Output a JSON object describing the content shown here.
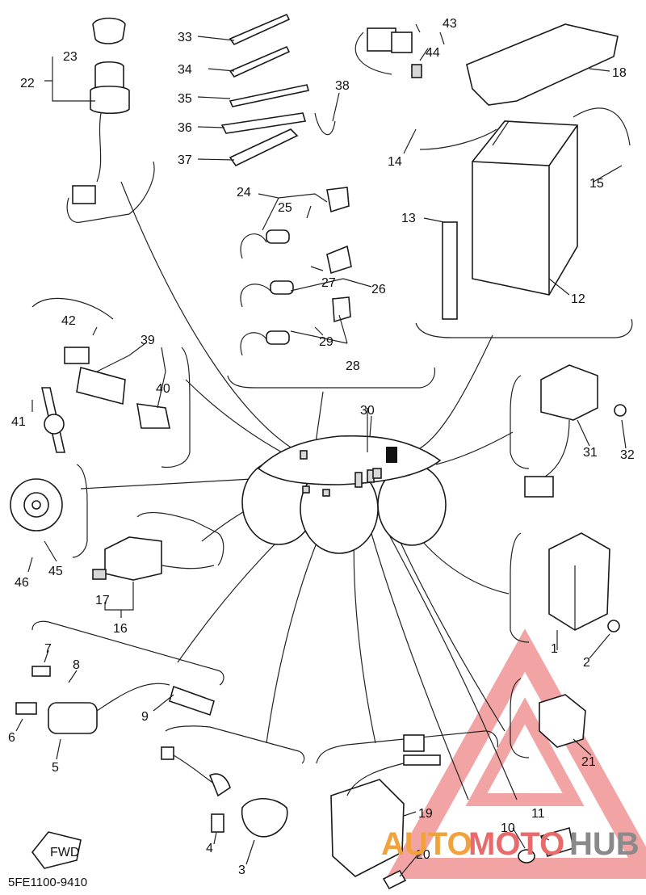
{
  "document": {
    "code": "5FE1100-9410",
    "fwd_label": "FWD"
  },
  "callouts": [
    "1",
    "2",
    "3",
    "4",
    "5",
    "6",
    "7",
    "8",
    "9",
    "10",
    "11",
    "12",
    "13",
    "14",
    "15",
    "16",
    "17",
    "18",
    "19",
    "20",
    "21",
    "22",
    "23",
    "24",
    "25",
    "26",
    "27",
    "28",
    "29",
    "30",
    "31",
    "32",
    "33",
    "34",
    "35",
    "36",
    "37",
    "38",
    "39",
    "40",
    "41",
    "42",
    "43",
    "44",
    "45",
    "46"
  ],
  "watermark": {
    "text_a": "AUTO",
    "text_b": "MOTO",
    "text_c": "HUB",
    "color_a": "#f2a23a",
    "color_b": "#e86a6a",
    "color_c": "#8a8a8a"
  }
}
